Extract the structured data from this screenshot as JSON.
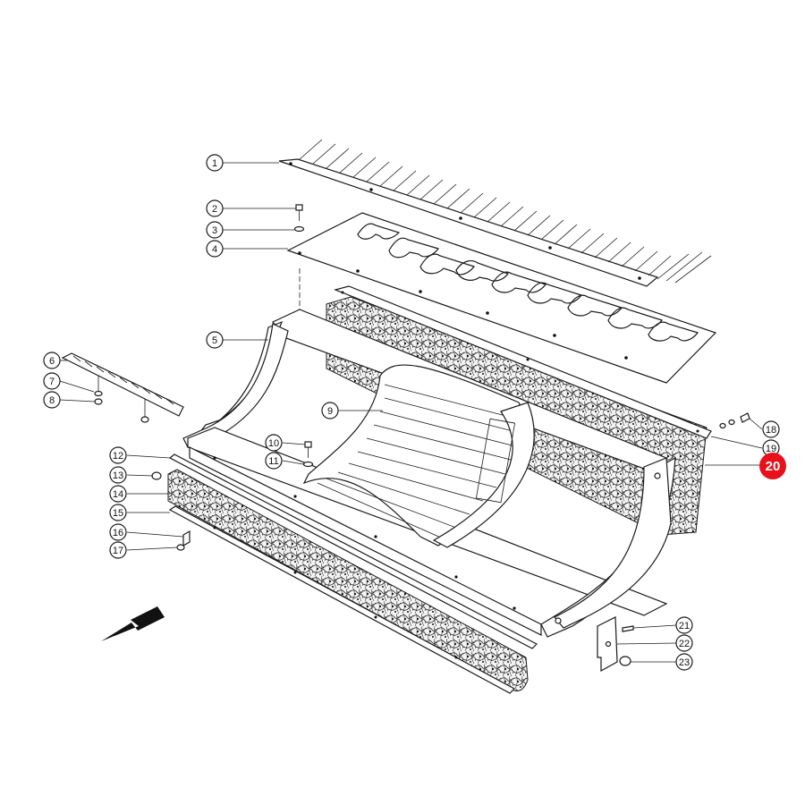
{
  "diagram": {
    "callouts": [
      {
        "id": "c1",
        "label": "1"
      },
      {
        "id": "c2",
        "label": "2"
      },
      {
        "id": "c3",
        "label": "3"
      },
      {
        "id": "c4",
        "label": "4"
      },
      {
        "id": "c5",
        "label": "5"
      },
      {
        "id": "c6",
        "label": "6"
      },
      {
        "id": "c7",
        "label": "7"
      },
      {
        "id": "c8",
        "label": "8"
      },
      {
        "id": "c9",
        "label": "9"
      },
      {
        "id": "c10",
        "label": "10"
      },
      {
        "id": "c11",
        "label": "11"
      },
      {
        "id": "c12",
        "label": "12"
      },
      {
        "id": "c13",
        "label": "13"
      },
      {
        "id": "c14",
        "label": "14"
      },
      {
        "id": "c15",
        "label": "15"
      },
      {
        "id": "c16",
        "label": "16"
      },
      {
        "id": "c17",
        "label": "17"
      },
      {
        "id": "c18",
        "label": "18"
      },
      {
        "id": "c19",
        "label": "19"
      },
      {
        "id": "c21",
        "label": "21"
      },
      {
        "id": "c22",
        "label": "22"
      },
      {
        "id": "c23",
        "label": "23"
      }
    ],
    "highlight": {
      "label": "20",
      "color": "#e8101a"
    }
  }
}
